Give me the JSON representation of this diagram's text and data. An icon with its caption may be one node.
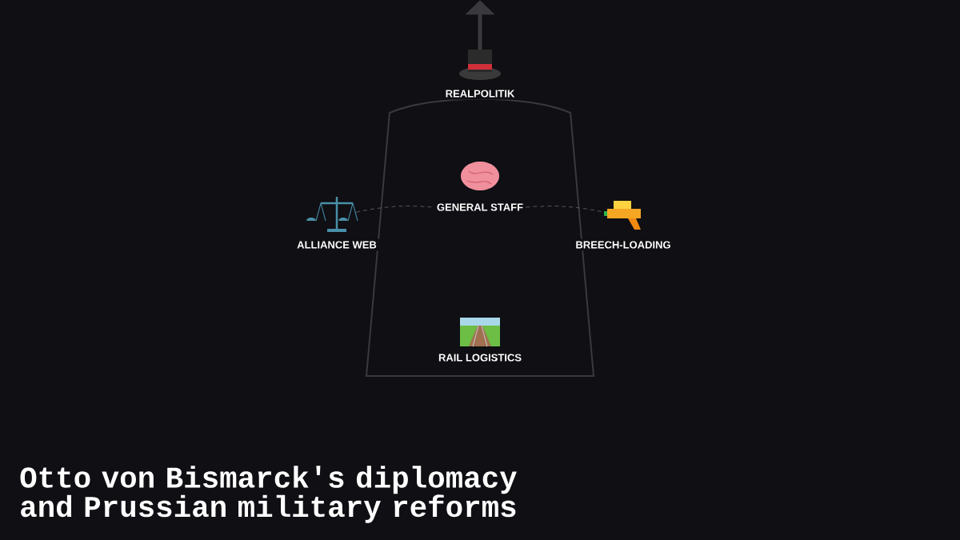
{
  "diagram": {
    "title": "Otto von Bismarck's diplomacy and Prussian military reforms",
    "nodes": [
      {
        "text": [],
        "shape": "box"
      },
      {
        "text": [
          "REALPOLITIK"
        ]
      },
      {
        "text": [
          "GENERAL STAFF"
        ],
        "in": 0
      },
      {
        "text": [
          "ALLIANCE WEB"
        ]
      },
      {
        "text": [
          "BREECH-LOADING"
        ]
      },
      {
        "text": [
          "RAIL LOGISTICS"
        ],
        "in": 0
      }
    ],
    "edges": [
      {
        "from": 1,
        "to": null,
        "arrow": "to",
        "style": "thick"
      },
      {
        "from": 3,
        "to": 2,
        "arrow": "none",
        "style": "dashed"
      },
      {
        "from": 2,
        "to": 4,
        "arrow": "none",
        "style": "dashed"
      }
    ]
  }
}
